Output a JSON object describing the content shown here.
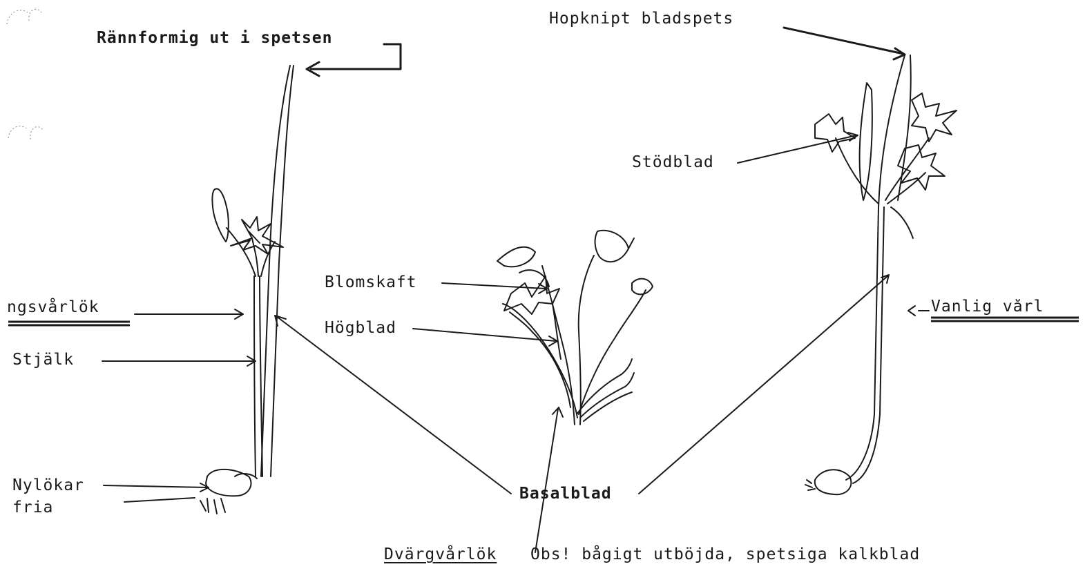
{
  "labels": {
    "rannformig": "Rännformig ut i spetsen",
    "hopknipt": "Hopknipt bladspets",
    "stodblad": "Stödblad",
    "angsvarlok": "ngsvårlök",
    "vanlig": "Vanlig vårl",
    "stjalk": "Stjälk",
    "blomskaft": "Blomskaft",
    "hogblad": "Högblad",
    "nylokar_line1": "Nylökar",
    "nylokar_line2": "fria",
    "basalblad": "Basalblad",
    "dvargvarlok": "Dvärgvårlök",
    "obs_note": "Obs! bågigt utböjda, spetsiga kalkblad"
  },
  "colors": {
    "ink": "#1a1a1a",
    "paper": "#ffffff"
  }
}
